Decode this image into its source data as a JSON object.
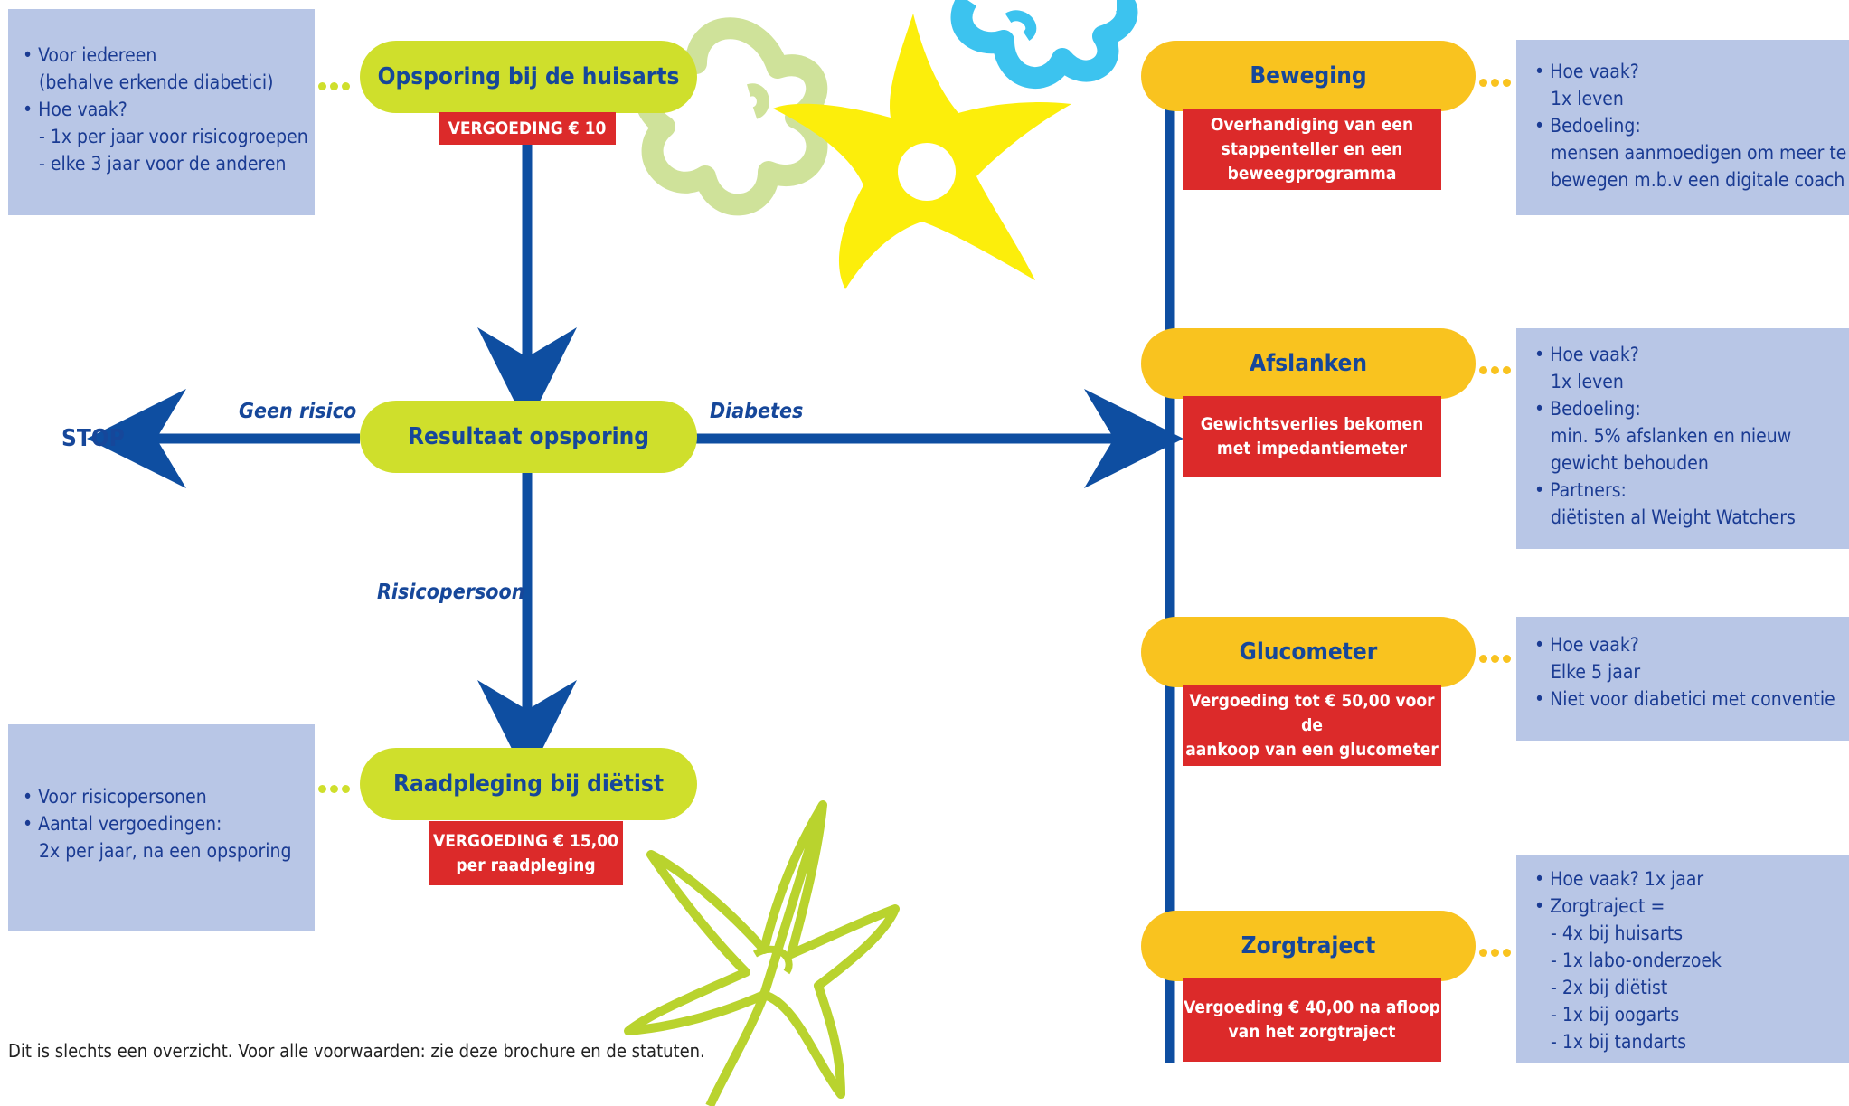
{
  "left": {
    "box1": {
      "items": [
        "• Voor iedereen",
        "   (behalve erkende diabetici)",
        "• Hoe vaak?",
        "   - 1x per jaar voor risicogroepen",
        "   - elke 3 jaar voor de anderen"
      ]
    },
    "screening": {
      "title": "Opsporing bij de huisarts",
      "reimbursement": "VERGOEDING € 10"
    },
    "result": {
      "title": "Resultaat opsporing"
    },
    "no_risk_label": "Geen risico",
    "stop_label": "STOP",
    "diabetes_label": "Diabetes",
    "risk_person_label": "Risicopersoon",
    "dietitian": {
      "title": "Raadpleging bij diëtist",
      "reimbursement_line1": "VERGOEDING € 15,00",
      "reimbursement_line2": "per raadpleging"
    },
    "box2": {
      "items": [
        "• Voor risicopersonen",
        "• Aantal vergoedingen:",
        "   2x per jaar, na een opsporing"
      ]
    }
  },
  "right": {
    "stages": [
      {
        "title": "Beweging",
        "detail": [
          "Overhandiging van een",
          "stappenteller en een",
          "beweegprogramma"
        ],
        "info": [
          "• Hoe vaak?",
          "   1x leven",
          "• Bedoeling:",
          "   mensen aanmoedigen om meer te",
          "   bewegen m.b.v een digitale coach"
        ]
      },
      {
        "title": "Afslanken",
        "detail": [
          "Gewichtsverlies bekomen",
          "met impedantiemeter"
        ],
        "info": [
          "• Hoe vaak?",
          "   1x leven",
          "• Bedoeling:",
          "   min. 5% afslanken en nieuw",
          "   gewicht behouden",
          "• Partners:",
          "   diëtisten al Weight Watchers"
        ]
      },
      {
        "title": "Glucometer",
        "detail": [
          "Vergoeding tot € 50,00 voor de",
          "aankoop van een glucometer"
        ],
        "info": [
          "• Hoe vaak?",
          "   Elke 5 jaar",
          "• Niet voor diabetici met conventie"
        ]
      },
      {
        "title": "Zorgtraject",
        "detail": [
          "Vergoeding € 40,00 na afloop",
          "van het zorgtraject"
        ],
        "info": [
          "• Hoe vaak? 1x jaar",
          "• Zorgtraject =",
          "   - 4x bij huisarts",
          "   - 1x labo-onderzoek",
          "   - 2x bij diëtist",
          "   - 1x bij oogarts",
          "   - 1x bij tandarts"
        ]
      }
    ]
  },
  "footer": "Dit is slechts een overzicht. Voor alle voorwaarden: zie deze brochure en de statuten.",
  "colors": {
    "blue": "#0e4ea1",
    "green_pill": "#cfdf2c",
    "yellow_pill": "#f9c31f",
    "red": "#dc2a2a",
    "box": "#b8c6e6",
    "flower_yellow": "#fcee0b",
    "flower_cyan": "#3cc3ef",
    "flower_lightgreen": "#cfe29a",
    "flower_lime": "#b9d32e"
  }
}
